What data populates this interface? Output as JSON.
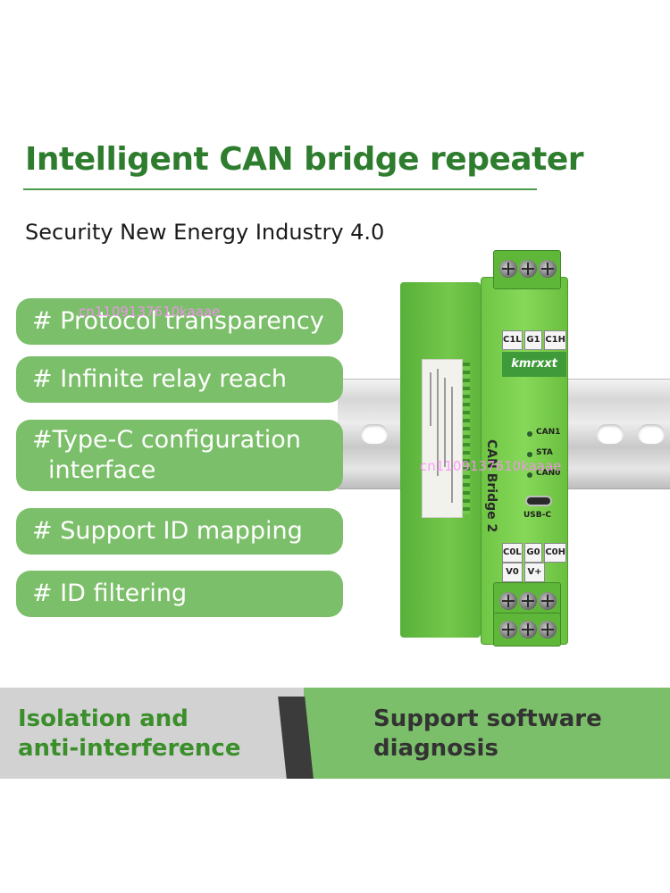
{
  "title": "Intelligent CAN bridge repeater",
  "subtitle": "Security New Energy Industry 4.0",
  "features": [
    "# Protocol transparency",
    "# Infinite relay reach",
    "#Type-C configuration",
    "interface",
    "# Support ID mapping",
    "# ID filtering"
  ],
  "device": {
    "brand": "kmrxxt",
    "model": "CAN Bridge 2",
    "top_terminals": [
      "C1L",
      "G1",
      "C1H"
    ],
    "mid_terminals": [
      "C0L",
      "G0",
      "C0H"
    ],
    "power_terminals": [
      "V0",
      "V+"
    ],
    "leds": [
      "CAN1",
      "STA",
      "CAN0"
    ],
    "usb_label": "USB-C"
  },
  "watermarks": [
    "cn1109137610kaaae",
    "cn1109137610kaaae"
  ],
  "bottom": {
    "left_line1": "Isolation and",
    "left_line2": "anti-interference",
    "right_line1": "Support software",
    "right_line2": "diagnosis"
  },
  "colors": {
    "title_green": "#2e7d2e",
    "pill_green": "#7cbf6a",
    "band_gray": "#d2d2d2",
    "device_green": "#74c84a"
  }
}
